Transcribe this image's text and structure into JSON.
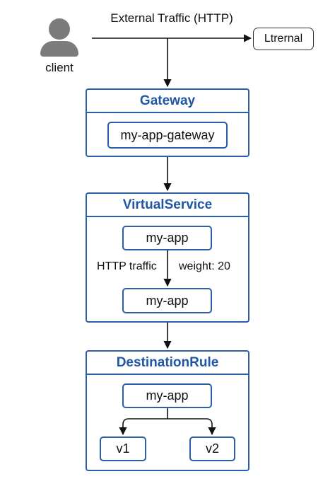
{
  "client": {
    "icon": "person-icon",
    "label": "client"
  },
  "external": {
    "label": "External Traffic (HTTP)",
    "box_label": "Ltrernal"
  },
  "gateway": {
    "title": "Gateway",
    "node": "my-app-gateway"
  },
  "virtual_service": {
    "title": "VirtualService",
    "node_top": "my-app",
    "node_bottom": "my-app",
    "edge_label_left": "HTTP traffic",
    "edge_label_right": "weight: 20"
  },
  "destination_rule": {
    "title": "DestinationRule",
    "node": "my-app",
    "subset_1": "v1",
    "subset_2": "v2"
  },
  "colors": {
    "accent": "#2b5ea7",
    "title_text": "#1f57a6",
    "client_icon": "#7b7b7b",
    "line": "#111111"
  }
}
